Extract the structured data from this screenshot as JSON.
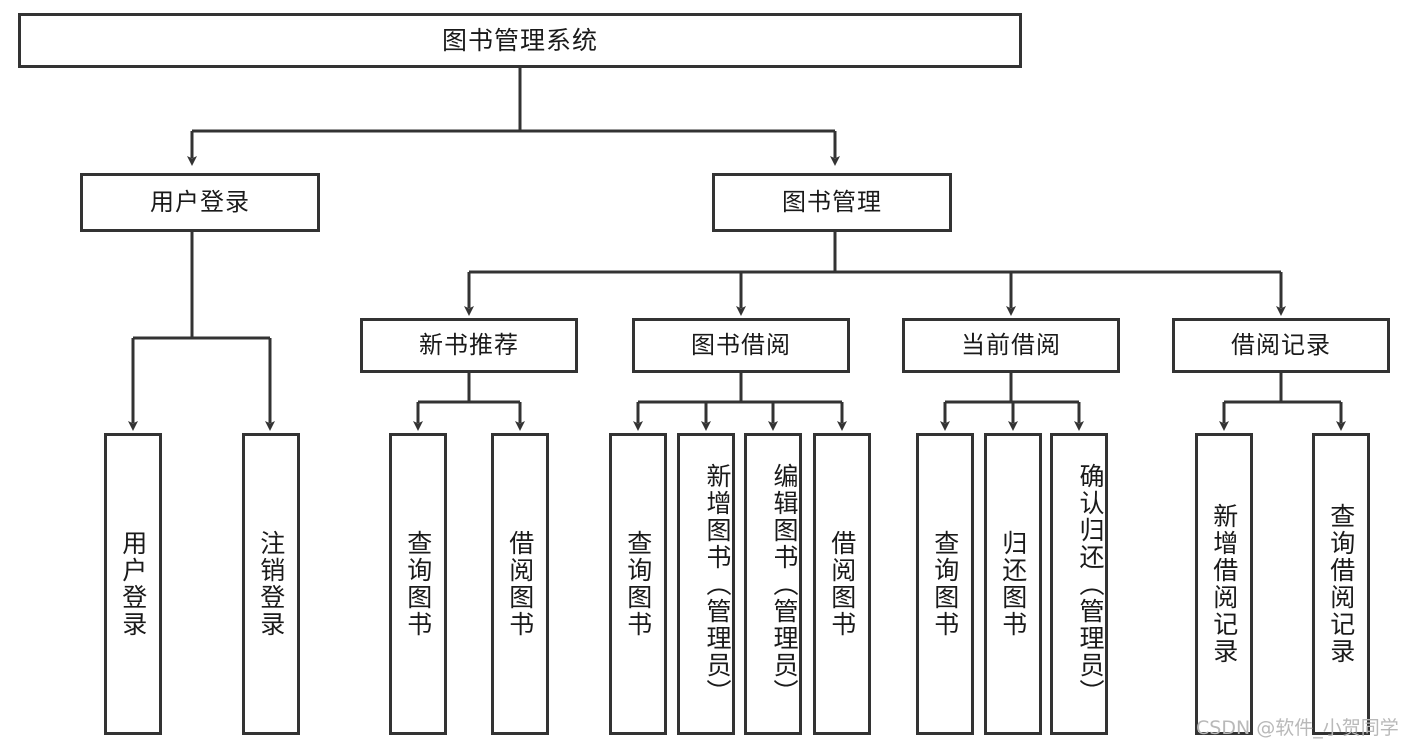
{
  "diagram": {
    "title": "图书管理系统",
    "watermark": "CSDN @软件_小贺同学",
    "line_color": "#333333",
    "box_fill": "#ffffff",
    "text_color": "#1a1a1a",
    "watermark_color": "#b9b9b9"
  },
  "nodes": {
    "root": {
      "label": "图书管理系统"
    },
    "level2": [
      {
        "label": "用户登录"
      },
      {
        "label": "图书管理"
      }
    ],
    "level3": [
      {
        "label": "新书推荐"
      },
      {
        "label": "图书借阅"
      },
      {
        "label": "当前借阅"
      },
      {
        "label": "借阅记录"
      }
    ],
    "leaves": {
      "user_login": [
        {
          "label": "用户登录"
        },
        {
          "label": "注销登录"
        }
      ],
      "new_book": [
        {
          "label": "查询图书"
        },
        {
          "label": "借阅图书"
        }
      ],
      "book_borrow": [
        {
          "label": "查询图书"
        },
        {
          "label": "新增图书（管理员）"
        },
        {
          "label": "编辑图书（管理员）"
        },
        {
          "label": "借阅图书"
        }
      ],
      "current_borrow": [
        {
          "label": "查询图书"
        },
        {
          "label": "归还图书"
        },
        {
          "label": "确认归还（管理员）"
        }
      ],
      "borrow_record": [
        {
          "label": "新增借阅记录"
        },
        {
          "label": "查询借阅记录"
        }
      ]
    }
  }
}
